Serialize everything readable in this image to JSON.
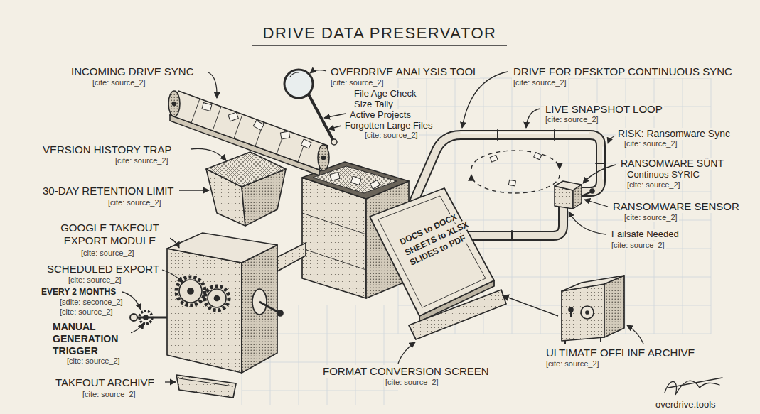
{
  "diagram": {
    "title": "DRIVE DATA PRESERVATOR",
    "labels": [
      "INCOMING DRIVE SYNC",
      "[cite: source_2]",
      "OVERDRIVE ANALYSIS TOOL",
      "[cite: source_2]",
      "File Age Check",
      "Size Tally",
      "Active Projects",
      "Forgotten Large Files",
      "[cite: source_2]",
      "DRIVE FOR DESKTOP CONTINUOUS SYNC",
      "[cite: source_2]",
      "LIVE SNAPSHOT LOOP",
      "[cite: source_2]",
      "RISK: Ransomware Sync",
      "[cite: source_2]",
      "RANSOMWARE SÜNT",
      "Continuos SŸRIC",
      "[cite: source_2]",
      "RANSOMWARE SENSOR",
      "[cite: source_2]",
      "Failsafe Needed",
      "[cite: source_2]",
      "VERSION HISTORY TRAP",
      "[cite: source_2]",
      "30-DAY RETENTION LIMIT",
      "[cite: source_2]",
      "GOOGLE TAKEOUT EXPORT MODULE",
      "[cite: source_2]",
      "SCHEDULED EXPORT",
      "[cite: source_2]",
      "EVERY 2 MONTHS",
      "[sdite: seconce_2]",
      "[cite: source_2]",
      "MANUAL GENERATION TRIGGER",
      "[cite: source_2]",
      "TAKEOUT ARCHIVE",
      "[cite: source_2]",
      "FORMAT CONVERSION SCREEN",
      "[cite: source_2]",
      "DOCS to DOCX",
      "SHEETS to XLSX",
      "SLIDES to PDF",
      "ULTIMATE OFFLINE ARCHIVE",
      "[cite: source_2]",
      "overdrive.tools"
    ]
  }
}
